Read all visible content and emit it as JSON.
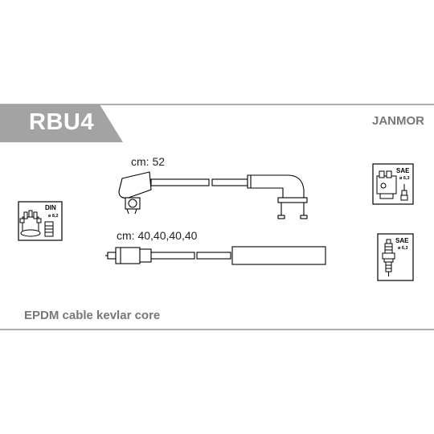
{
  "product": {
    "code": "RBU4",
    "brand": "JANMOR",
    "material": "EPDM cable kevlar core"
  },
  "cables": [
    {
      "length_label": "cm: 52"
    },
    {
      "length_label": "cm: 40,40,40,40"
    }
  ],
  "connectors": {
    "distributor": {
      "standard": "DIN",
      "size": "ø 8,2"
    },
    "coil": {
      "standard": "SAE",
      "size": "ø 6,3"
    },
    "spark_plug": {
      "standard": "SAE",
      "size": "ø 6,3"
    }
  },
  "colors": {
    "tab": "#a3a3a3",
    "accent_text": "#777777",
    "line": "#b0b0b0"
  }
}
